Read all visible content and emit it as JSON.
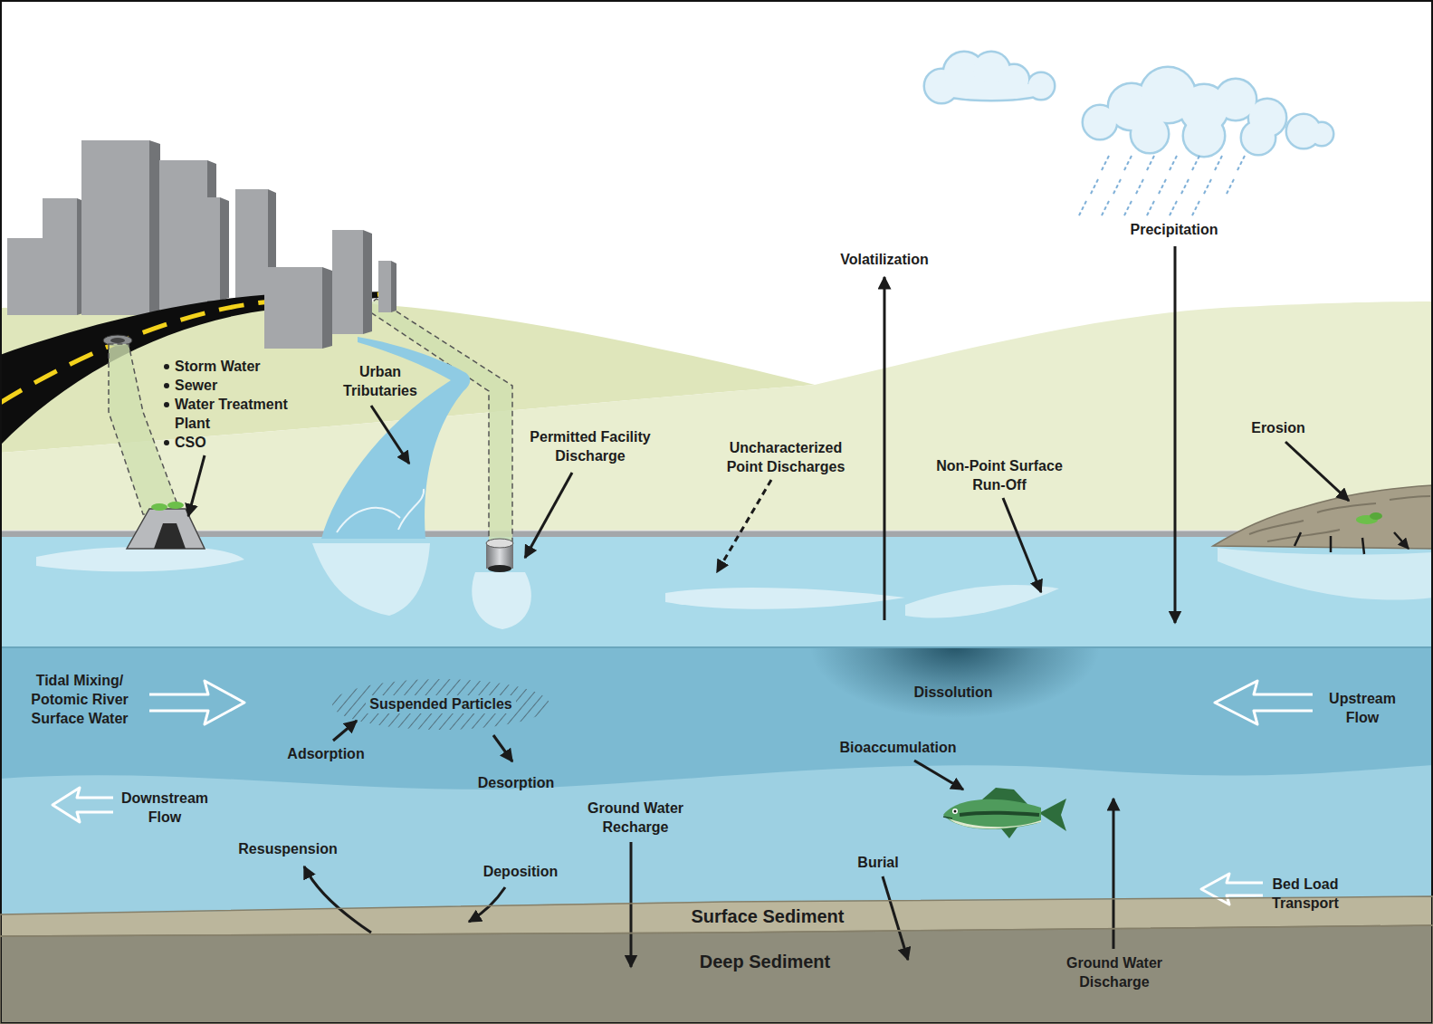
{
  "diagram": {
    "nodes": [
      {
        "text": [
          "Suspended Particles"
        ]
      },
      {
        "text": [
          "Surface Sediment"
        ]
      },
      {
        "text": [
          "Deep Sediment"
        ]
      }
    ],
    "labels": [
      "Storm Water",
      "Sewer",
      "Water Treatment Plant",
      "CSO",
      "Urban Tributaries",
      "Permitted Facility Discharge",
      "Uncharacterized Point Discharges",
      "Volatilization",
      "Precipitation",
      "Non-Point Surface Run-Off",
      "Erosion",
      "Tidal Mixing/ Potomic River Surface Water",
      "Dissolution",
      "Upstream Flow",
      "Adsorption",
      "Desorption",
      "Bioaccumulation",
      "Downstream Flow",
      "Ground Water Recharge",
      "Resuspension",
      "Deposition",
      "Burial",
      "Bed Load Transport",
      "Ground Water Discharge"
    ]
  }
}
